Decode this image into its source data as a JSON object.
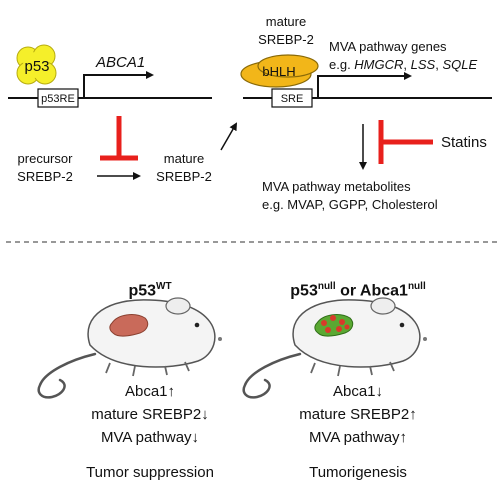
{
  "top": {
    "p53_label": "p53",
    "abca1_label": "ABCA1",
    "p53re_label": "p53RE",
    "precursor_line1": "precursor",
    "precursor_line2": "SREBP-2",
    "mature_mid_line1": "mature",
    "mature_mid_line2": "SREBP-2",
    "mature_top_line1": "mature",
    "mature_top_line2": "SREBP-2",
    "bhlh_label": "bHLH",
    "sre_label": "SRE",
    "mva_genes_line1": "MVA pathway genes",
    "mva_genes_prefix": "e.g. ",
    "gene1": "HMGCR",
    "gene2": "LSS",
    "gene3": "SQLE",
    "sep": ", ",
    "statins_label": "Statins",
    "metabolites_line1": "MVA pathway metabolites",
    "metabolites_line2": "e.g. MVAP, GGPP, Cholesterol"
  },
  "panels": {
    "left": {
      "title_main": "p53",
      "title_sup": "WT",
      "line1": "Abca1↑",
      "line2": "mature SREBP2↓",
      "line3": "MVA pathway↓",
      "outcome": "Tumor suppression"
    },
    "right": {
      "title_a": "p53",
      "title_a_sup": "null",
      "title_or": " or Abca1",
      "title_b_sup": "null",
      "line1": "Abca1↓",
      "line2": "mature SREBP2↑",
      "line3": "MVA pathway↑",
      "outcome": "Tumorigenesis"
    }
  },
  "colors": {
    "p53_fill": "#f5ef2a",
    "bhlh_fill": "#f2b619",
    "inhibit_red": "#e8201c",
    "liver_normal": "#c96a5a",
    "liver_tumor": "#5aa832",
    "mouse_body": "#f4f4f4"
  }
}
